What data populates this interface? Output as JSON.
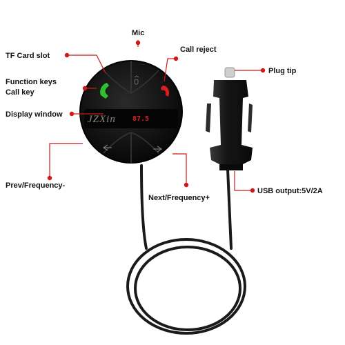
{
  "labels": {
    "mic": "Mic",
    "tf_card_slot": "TF Card slot",
    "call_reject": "Call reject",
    "plug_tip": "Plug tip",
    "function_keys": "Function keys",
    "call_key": "Call key",
    "display_window": "Display window",
    "prev_frequency": "Prev/Frequency-",
    "next_frequency": "Next/Frequency+",
    "usb_output": "USB output:5V/2A"
  },
  "device": {
    "brand": "JZXin",
    "display_reading": "87.5"
  },
  "colors": {
    "callout_line": "#d01818",
    "callout_dot": "#d01818",
    "device_body": "#111111",
    "call_accept_icon": "#2fbf2f",
    "call_reject_icon": "#d81e1e",
    "display_text": "#e02020"
  }
}
